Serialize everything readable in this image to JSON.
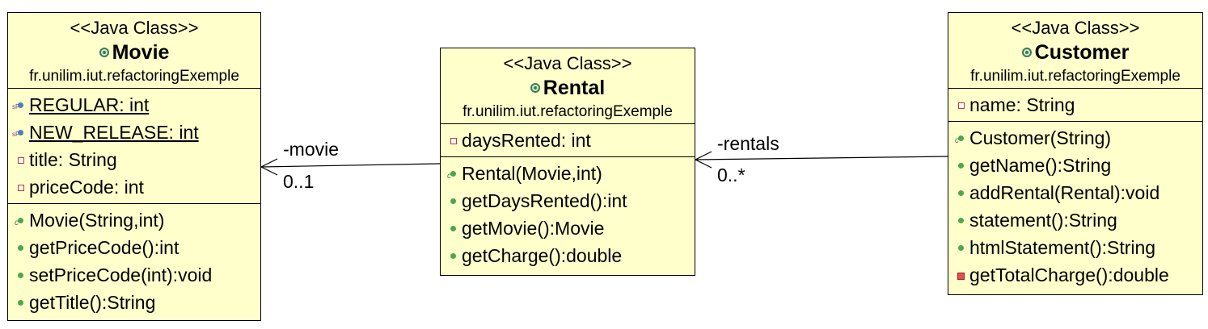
{
  "classes": {
    "movie": {
      "stereotype": "<<Java Class>>",
      "name": "Movie",
      "package": "fr.unilim.iut.refactoringExemple",
      "fields": [
        {
          "text": "REGULAR: int",
          "icon": "static-final-field-icon"
        },
        {
          "text": "NEW_RELEASE: int",
          "icon": "static-final-field-icon"
        },
        {
          "text": "title: String",
          "icon": "private-field-icon"
        },
        {
          "text": "priceCode: int",
          "icon": "private-field-icon"
        }
      ],
      "methods": [
        {
          "text": "Movie(String,int)",
          "icon": "constructor-icon"
        },
        {
          "text": "getPriceCode():int",
          "icon": "public-method-icon"
        },
        {
          "text": "setPriceCode(int):void",
          "icon": "public-method-icon"
        },
        {
          "text": "getTitle():String",
          "icon": "public-method-icon"
        }
      ]
    },
    "rental": {
      "stereotype": "<<Java Class>>",
      "name": "Rental",
      "package": "fr.unilim.iut.refactoringExemple",
      "fields": [
        {
          "text": "daysRented: int",
          "icon": "private-field-icon"
        }
      ],
      "methods": [
        {
          "text": "Rental(Movie,int)",
          "icon": "constructor-icon"
        },
        {
          "text": "getDaysRented():int",
          "icon": "public-method-icon"
        },
        {
          "text": "getMovie():Movie",
          "icon": "public-method-icon"
        },
        {
          "text": "getCharge():double",
          "icon": "public-method-icon"
        }
      ]
    },
    "customer": {
      "stereotype": "<<Java Class>>",
      "name": "Customer",
      "package": "fr.unilim.iut.refactoringExemple",
      "fields": [
        {
          "text": "name: String",
          "icon": "private-field-icon"
        }
      ],
      "methods": [
        {
          "text": "Customer(String)",
          "icon": "constructor-icon"
        },
        {
          "text": "getName():String",
          "icon": "public-method-icon"
        },
        {
          "text": "addRental(Rental):void",
          "icon": "public-method-icon"
        },
        {
          "text": "statement():String",
          "icon": "public-method-icon"
        },
        {
          "text": "htmlStatement():String",
          "icon": "public-method-icon"
        },
        {
          "text": "getTotalCharge():double",
          "icon": "private-method-icon"
        }
      ]
    }
  },
  "associations": {
    "rental_to_movie": {
      "role": "-movie",
      "multiplicity": "0..1"
    },
    "customer_to_rental": {
      "role": "-rentals",
      "multiplicity": "0..*"
    }
  },
  "colors": {
    "class_fill": "#ffffcc",
    "class_border": "#000000",
    "line": "#000000"
  }
}
